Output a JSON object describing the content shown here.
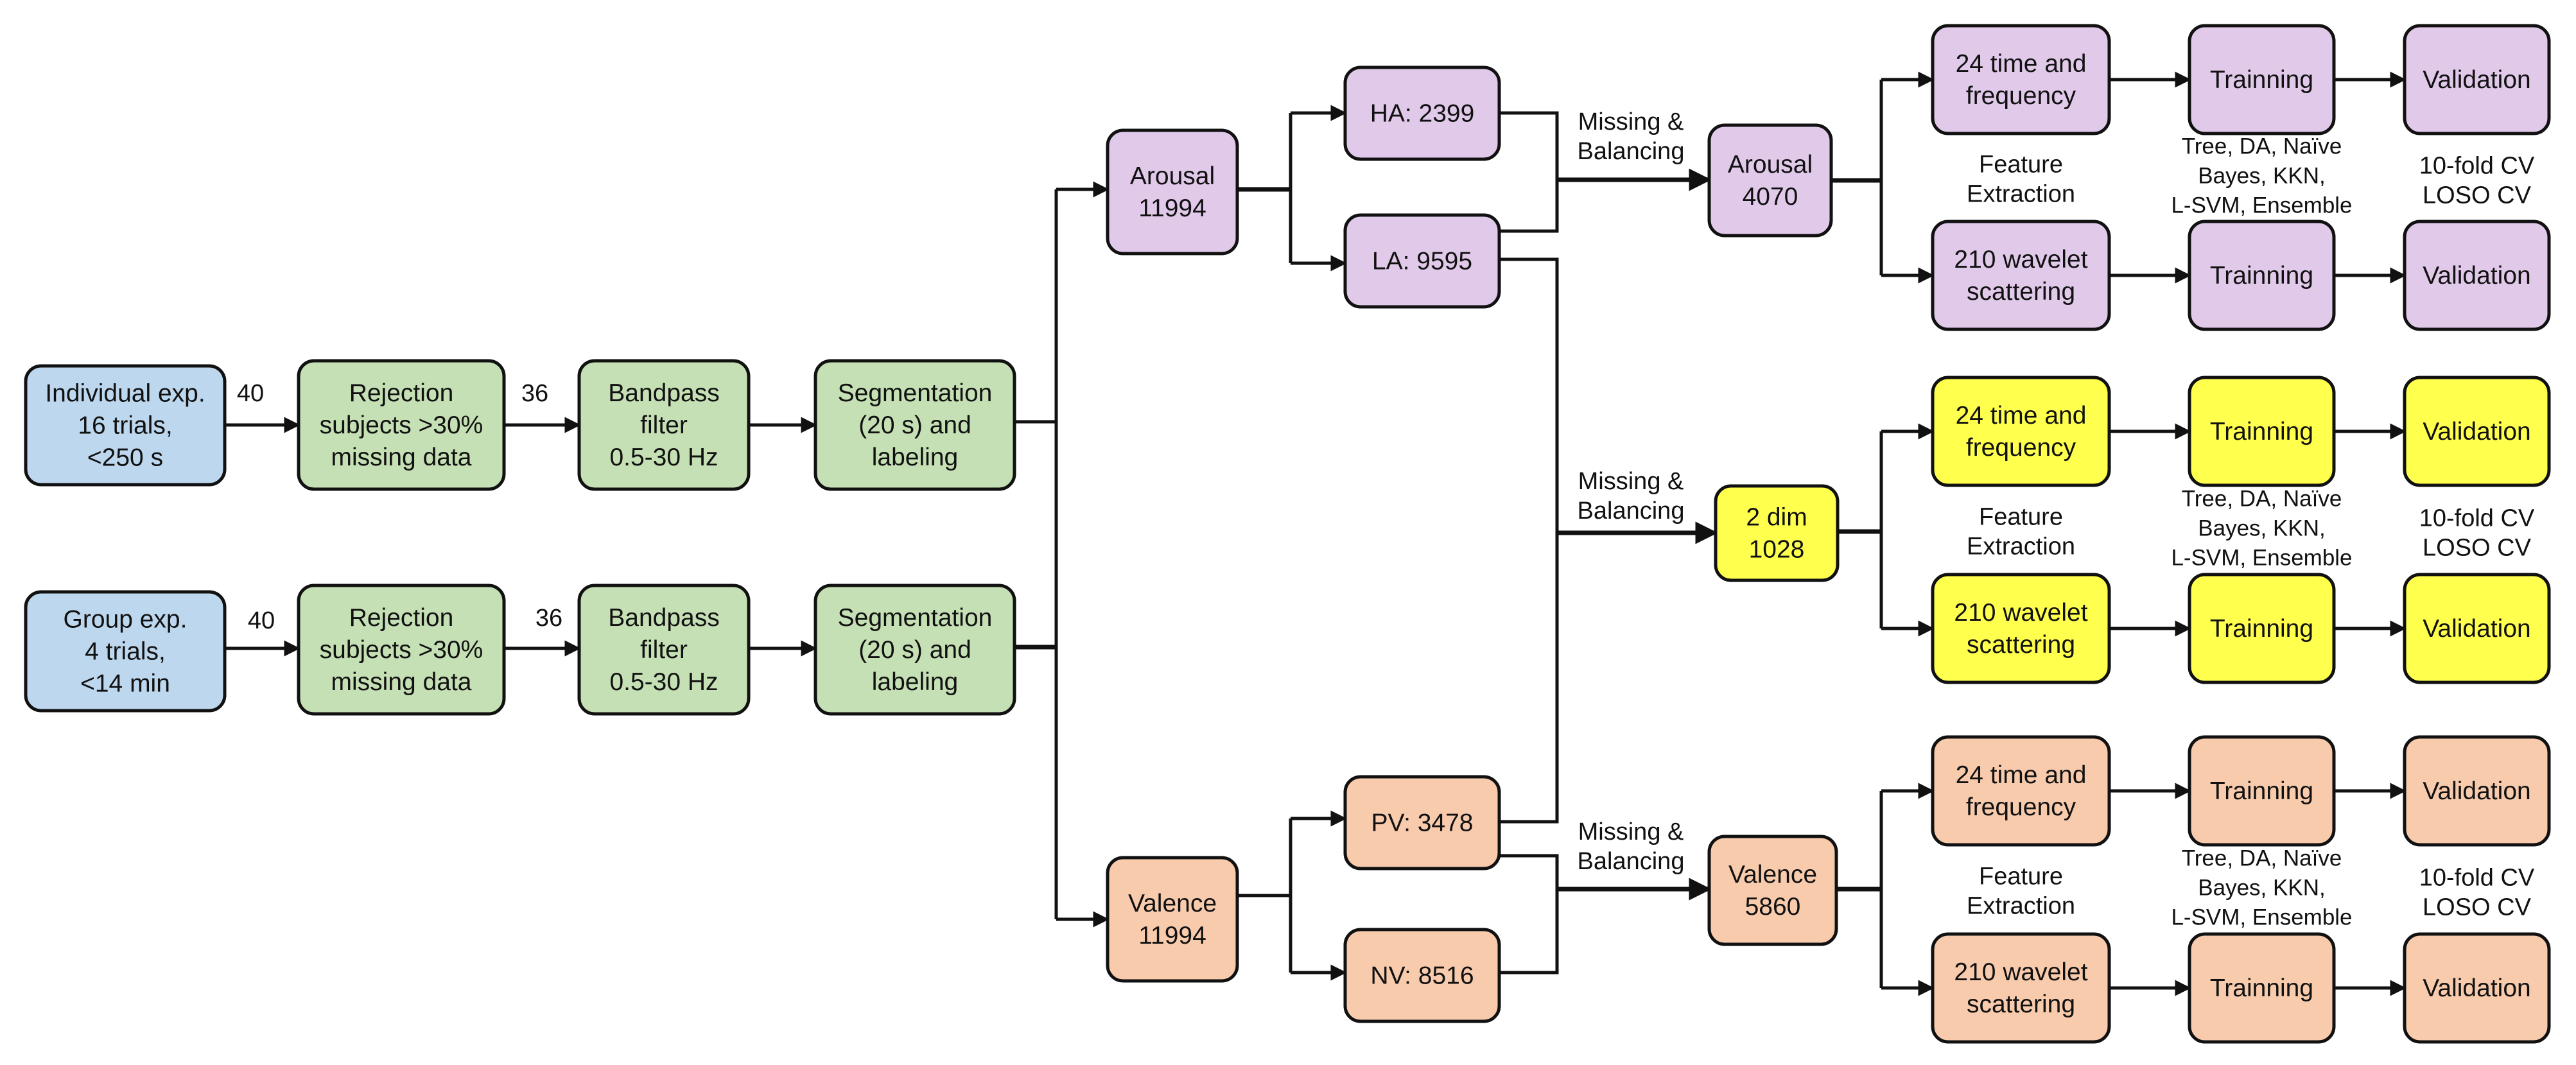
{
  "colors": {
    "blue": "#bdd7ee",
    "green": "#c5e0b4",
    "purple": "#e1c9ea",
    "yellow": "#ffff4d",
    "orange": "#f8cbad",
    "stroke": "#111111"
  },
  "nodes": {
    "individual_exp": [
      "Individual  exp.",
      "16 trials,",
      "<250 s"
    ],
    "group_exp": [
      "Group exp.",
      "4 trials,",
      "<14 min"
    ],
    "rejection_1": [
      "Rejection",
      "subjects >30%",
      "missing data"
    ],
    "rejection_2": [
      "Rejection",
      "subjects >30%",
      "missing data"
    ],
    "bandpass_1": [
      "Bandpass",
      "filter",
      "0.5-30 Hz"
    ],
    "bandpass_2": [
      "Bandpass",
      "filter",
      "0.5-30 Hz"
    ],
    "segmentation_1": [
      "Segmentation",
      "(20 s) and",
      "labeling"
    ],
    "segmentation_2": [
      "Segmentation",
      "(20 s) and",
      "labeling"
    ],
    "arousal_total": [
      "Arousal",
      "11994"
    ],
    "valence_total": [
      "Valence",
      "11994"
    ],
    "ha": [
      "HA: 2399"
    ],
    "la": [
      "LA: 9595"
    ],
    "pv": [
      "PV: 3478"
    ],
    "nv": [
      "NV: 8516"
    ],
    "arousal_bal": [
      "Arousal",
      "4070"
    ],
    "two_dim_bal": [
      "2 dim",
      "1028"
    ],
    "valence_bal": [
      "Valence",
      "5860"
    ],
    "time_freq_a": [
      "24 time and",
      "frequency"
    ],
    "wavelet_a": [
      "210 wavelet",
      "scattering"
    ],
    "time_freq_y": [
      "24 time and",
      "frequency"
    ],
    "wavelet_y": [
      "210 wavelet",
      "scattering"
    ],
    "time_freq_v": [
      "24 time and",
      "frequency"
    ],
    "wavelet_v": [
      "210 wavelet",
      "scattering"
    ],
    "training": [
      "Trainning"
    ],
    "validation": [
      "Validation"
    ]
  },
  "edge_labels": {
    "forty": "40",
    "thirty_six": "36",
    "missing_balancing": [
      "Missing &",
      "Balancing"
    ]
  },
  "annotations": {
    "feature_extraction": [
      "Feature",
      "Extraction"
    ],
    "classifiers": [
      "Tree, DA, Naïve",
      "Bayes, KKN,",
      "L-SVM, Ensemble"
    ],
    "classifiers_alt": [
      "Tree, DA, Naïve",
      "Bayes, KKN,",
      "L-SVM,  Ensemble"
    ],
    "cv": [
      "10-fold  CV",
      "LOSO CV"
    ]
  }
}
